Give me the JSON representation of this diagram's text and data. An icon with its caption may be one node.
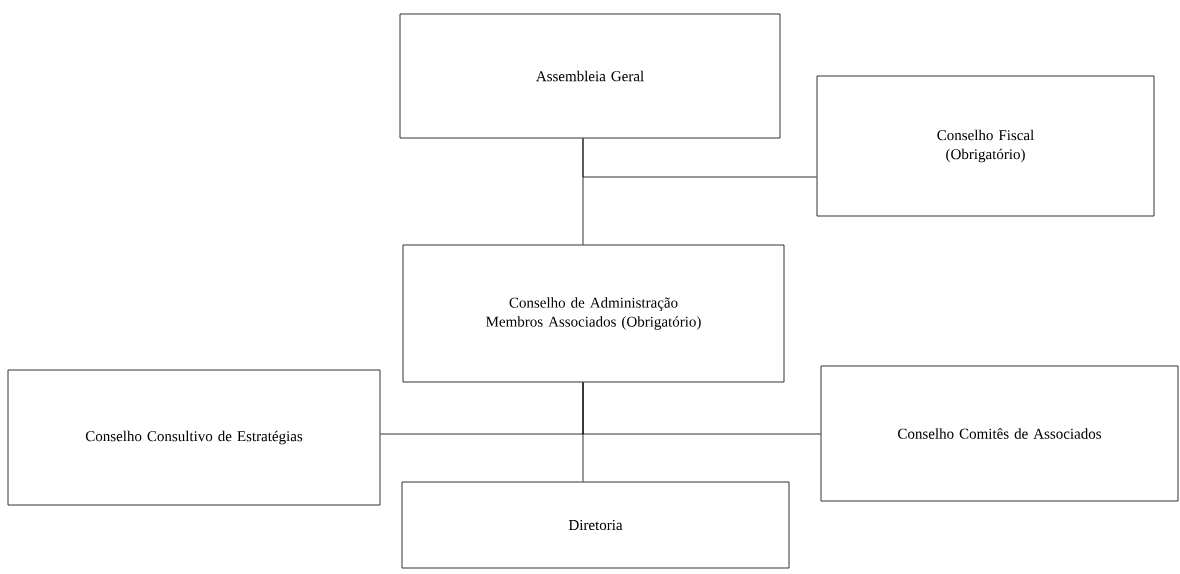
{
  "diagram": {
    "nodes": [
      {
        "text": [
          "Assembleia Geral"
        ]
      },
      {
        "text": [
          "Conselho Fiscal (Obrigatório)"
        ]
      },
      {
        "text": [
          "Conselho de Administração Membros Associados (Obrigatório)"
        ]
      },
      {
        "text": [
          "Conselho Consultivo de Estratégias"
        ]
      },
      {
        "text": [
          "Conselho Comitês de Associados"
        ]
      },
      {
        "text": [
          "Diretoria"
        ]
      }
    ],
    "edges": [
      {
        "from": 0,
        "to": 2,
        "arrow": "none"
      },
      {
        "from": 0,
        "to": 1,
        "arrow": "none"
      },
      {
        "from": 2,
        "to": 5,
        "arrow": "none"
      },
      {
        "from": 2,
        "to": 3,
        "arrow": "none"
      },
      {
        "from": 2,
        "to": 4,
        "arrow": "none"
      }
    ]
  }
}
